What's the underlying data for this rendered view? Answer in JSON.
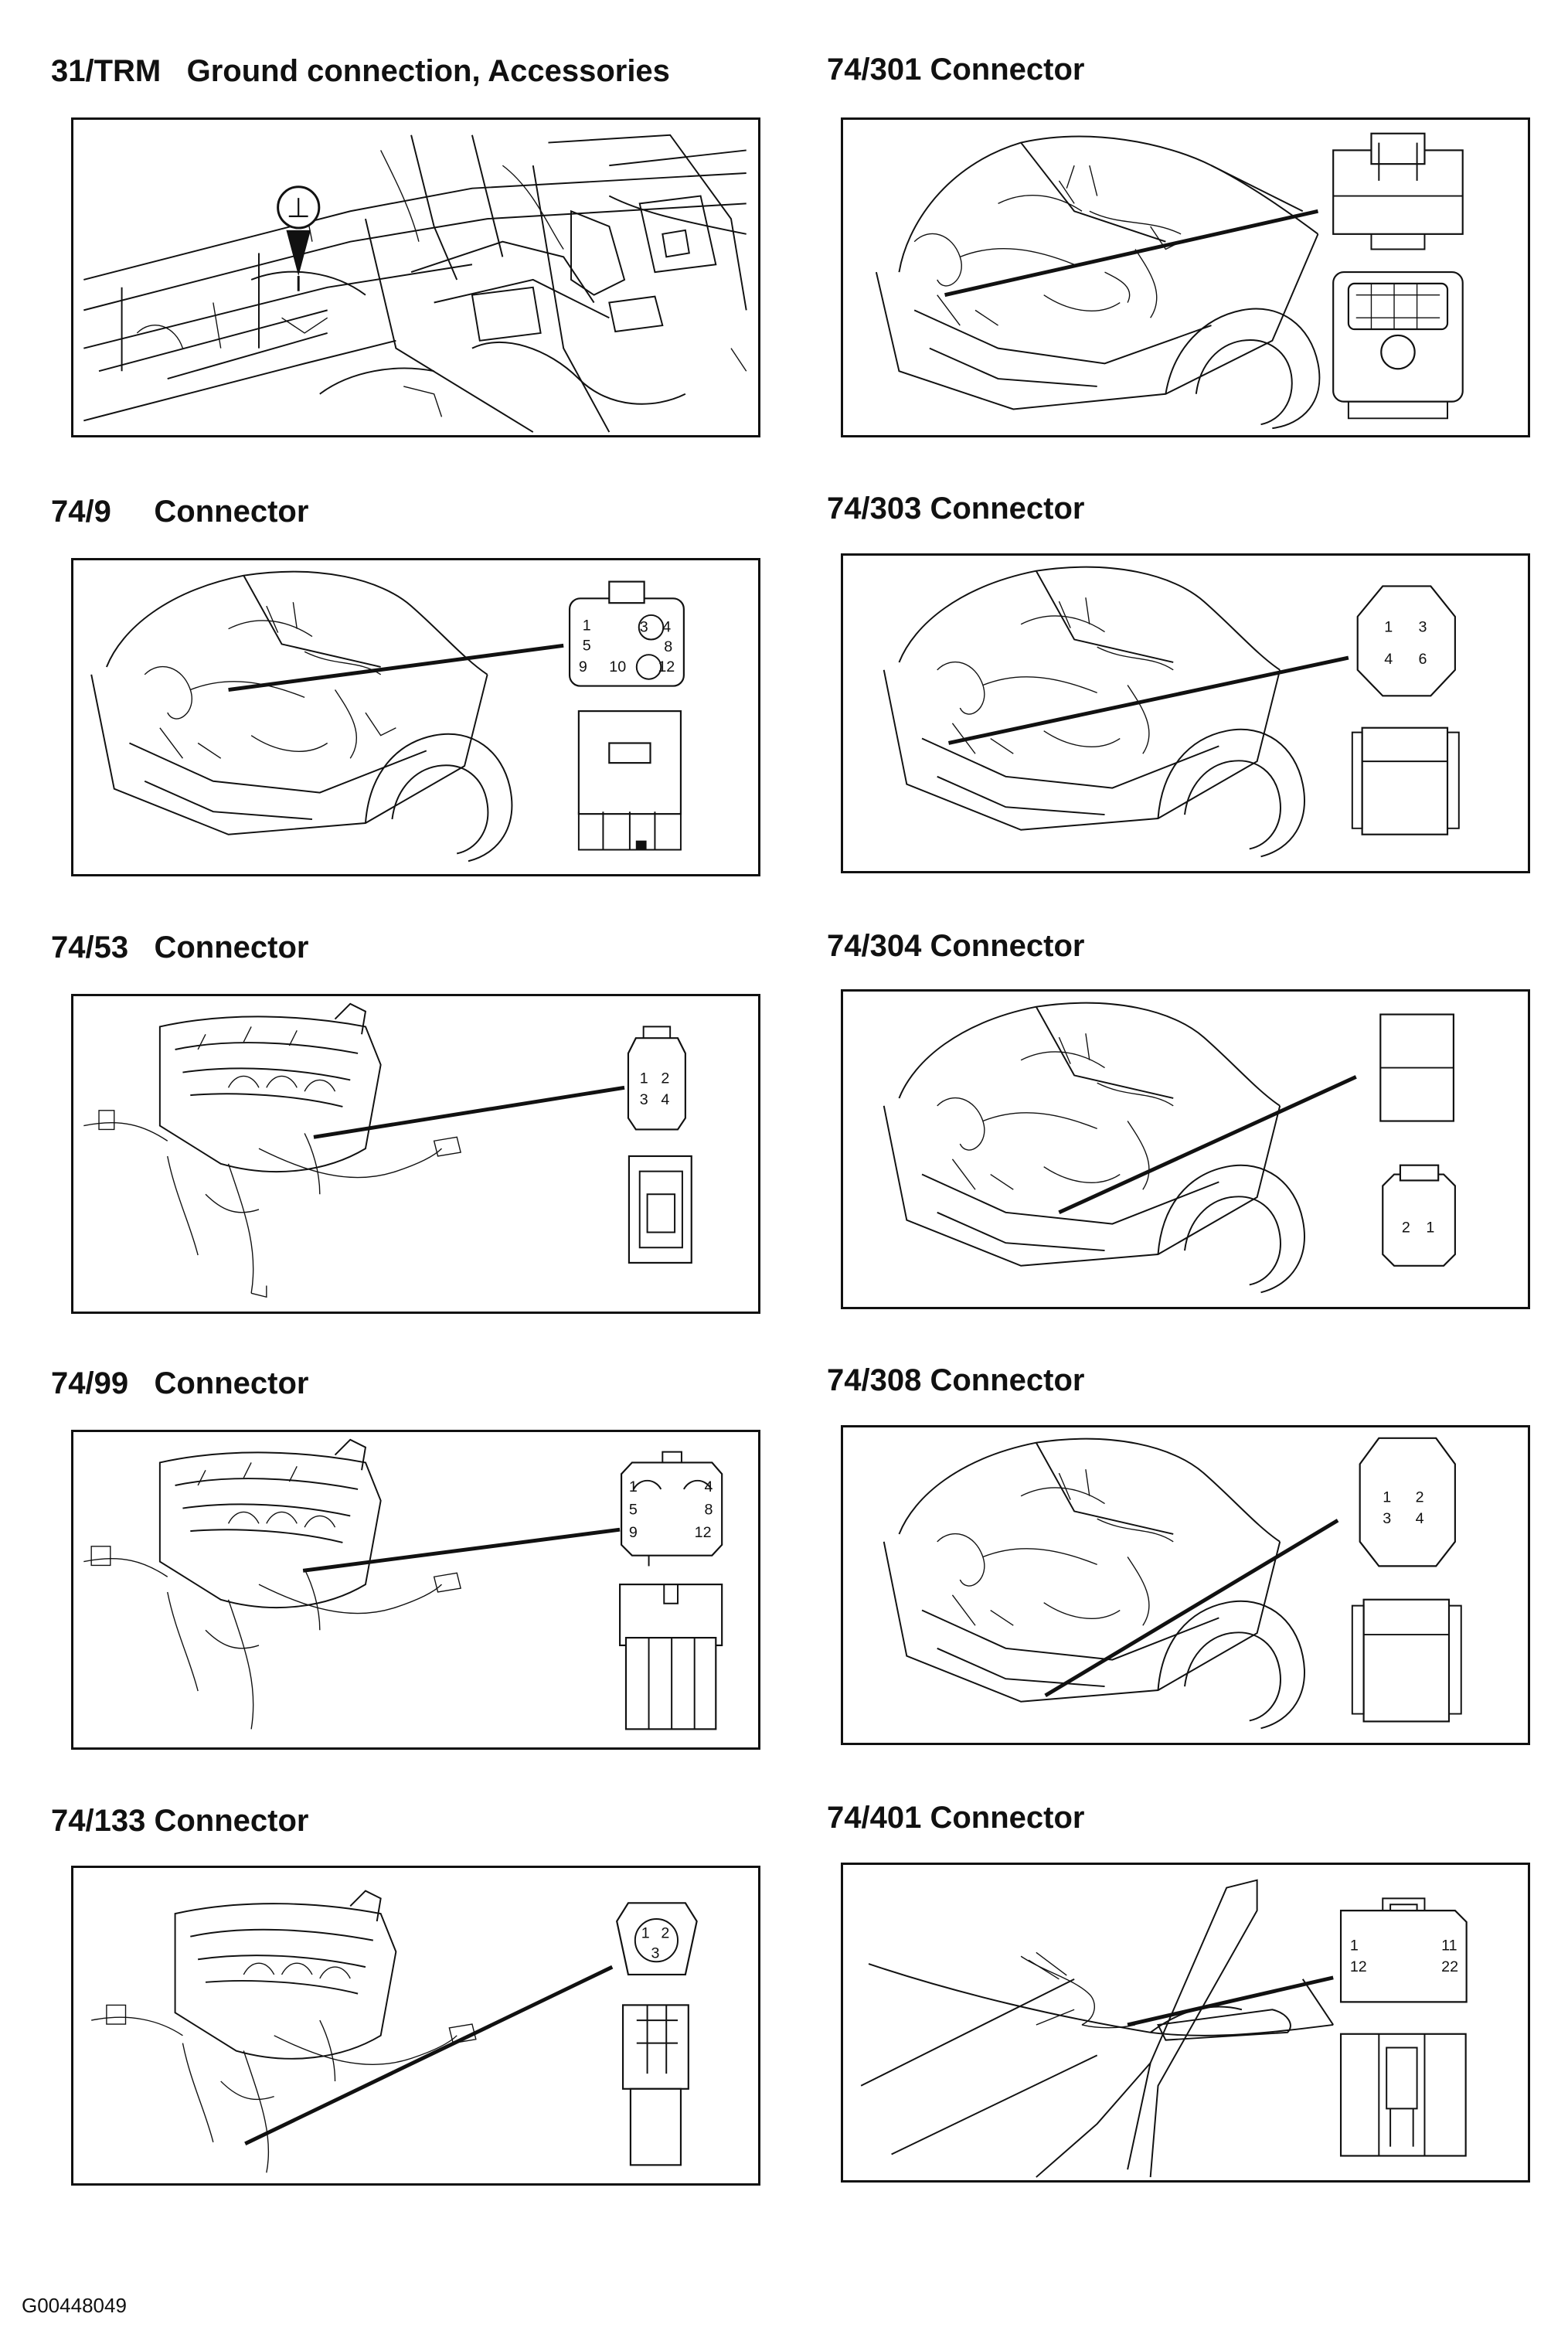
{
  "panels": [
    {
      "id": "p1",
      "title": "31/TRM   Ground connection, Accessories"
    },
    {
      "id": "p2",
      "title": "74/301 Connector"
    },
    {
      "id": "p3",
      "title": "74/9     Connector"
    },
    {
      "id": "p4",
      "title": "74/303 Connector"
    },
    {
      "id": "p5",
      "title": "74/53   Connector"
    },
    {
      "id": "p6",
      "title": "74/304 Connector"
    },
    {
      "id": "p7",
      "title": "74/99   Connector"
    },
    {
      "id": "p8",
      "title": "74/308 Connector"
    },
    {
      "id": "p9",
      "title": "74/133 Connector"
    },
    {
      "id": "p10",
      "title": "74/401 Connector"
    }
  ],
  "pins": {
    "c74_9": [
      "1",
      "3",
      "4",
      "5",
      "8",
      "9",
      "10",
      "12"
    ],
    "c74_303": [
      "1",
      "3",
      "4",
      "6"
    ],
    "c74_53": [
      "1",
      "2",
      "3",
      "4"
    ],
    "c74_304": [
      "2",
      "1"
    ],
    "c74_99": [
      "1",
      "4",
      "5",
      "8",
      "9",
      "12"
    ],
    "c74_308": [
      "1",
      "2",
      "3",
      "4"
    ],
    "c74_133": [
      "1",
      "2",
      "3"
    ],
    "c74_401": [
      "1",
      "11",
      "12",
      "22"
    ]
  },
  "ground_symbol": "⊥",
  "footer_code": "G00448049"
}
